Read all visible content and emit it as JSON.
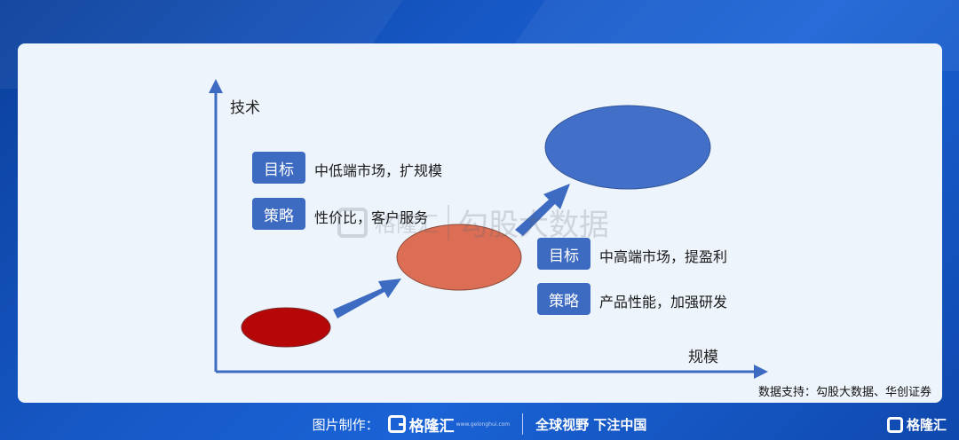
{
  "axes": {
    "y_label": "技术",
    "x_label": "规模"
  },
  "phase1": {
    "goal_tag": "目标",
    "goal_text": "中低端市场，扩规模",
    "strategy_tag": "策略",
    "strategy_text": "性价比，客户服务"
  },
  "phase2": {
    "goal_tag": "目标",
    "goal_text": "中高端市场，提盈利",
    "strategy_tag": "策略",
    "strategy_text": "产品性能，加强研发"
  },
  "watermark": {
    "brand": "格隆汇",
    "text": "勾股大数据"
  },
  "source": "数据支持：勾股大数据、华创证券",
  "footer": {
    "made_by": "图片制作：",
    "brand": "格隆汇",
    "brand_url": "www.gelonghui.com",
    "slogan": "全球视野 下注中国",
    "corner_brand": "格隆汇"
  },
  "colors": {
    "ellipse_small": "#b50707",
    "ellipse_mid": "#db6e55",
    "ellipse_large": "#4270c8",
    "arrow": "#3d6bc1",
    "tag_bg": "#3d6bc1",
    "axis": "#3d6bc1"
  }
}
